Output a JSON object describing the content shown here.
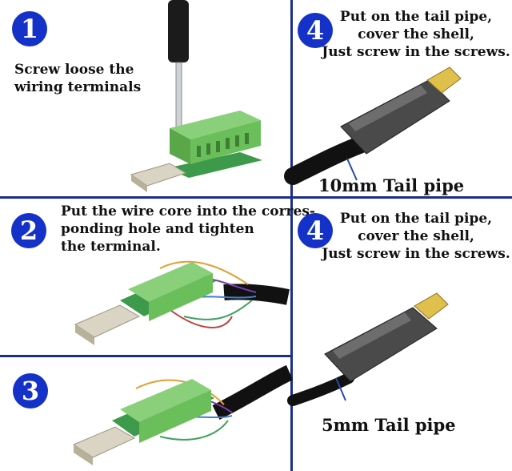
{
  "steps": {
    "s1": {
      "number": "1",
      "text": [
        "Screw loose the",
        "wiring terminals"
      ]
    },
    "s2": {
      "number": "2",
      "text": [
        "Put the wire core into the corres-",
        "ponding hole and tighten",
        "the terminal."
      ]
    },
    "s3": {
      "number": "3"
    },
    "s4a": {
      "number": "4",
      "text": [
        "Put on the tail pipe,",
        "cover the shell,",
        "Just screw in the screws."
      ],
      "label": "10mm Tail pipe"
    },
    "s4b": {
      "number": "4",
      "text": [
        "Put on the tail pipe,",
        "cover the shell,",
        "Just screw in the screws."
      ],
      "label": "5mm Tail pipe"
    }
  },
  "colors": {
    "divider": "#1b2f8a",
    "badge": "#1432c8",
    "terminal": "#6abf5a",
    "pcb": "#3c9a4a"
  }
}
